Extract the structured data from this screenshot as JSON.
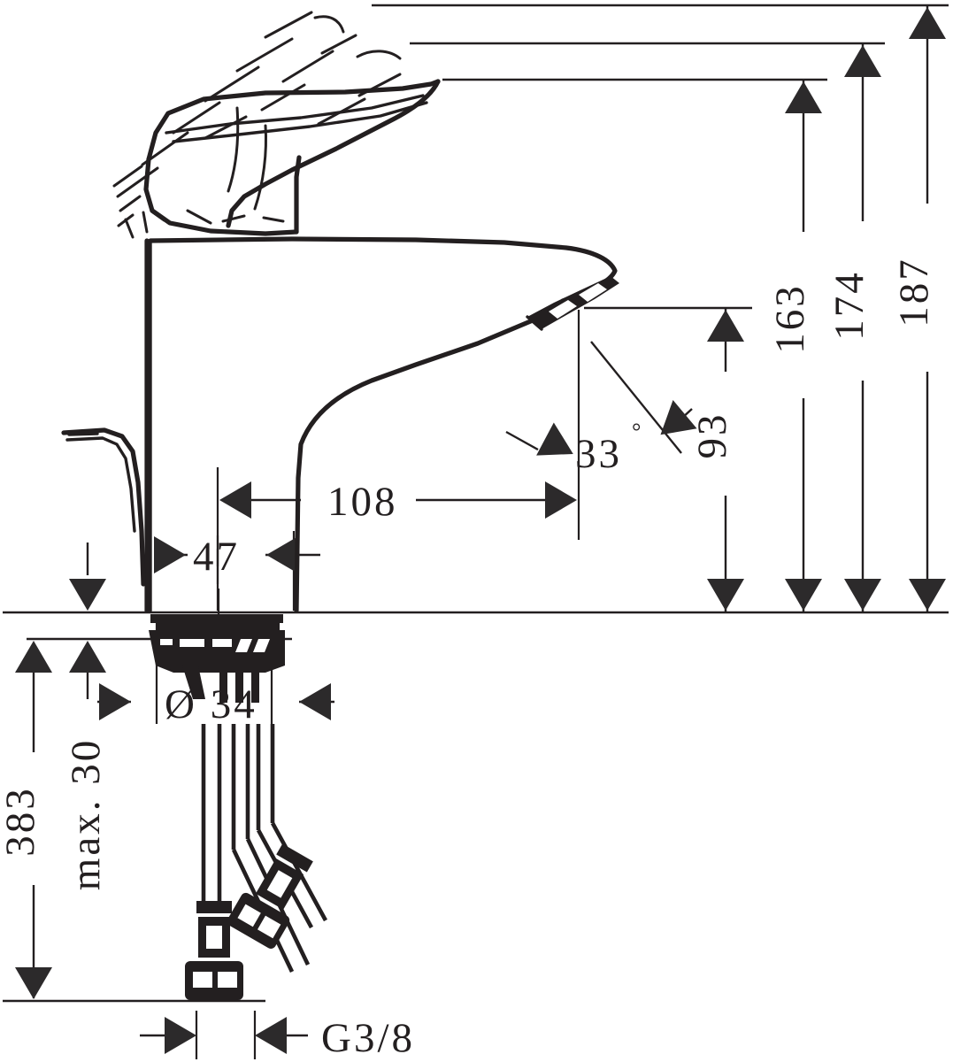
{
  "drawing": {
    "title": "Basin mixer technical dimension drawing",
    "subject": "single-lever washbasin mixer tap",
    "units": "mm",
    "line_color": "#231f20",
    "background_color": "#ffffff"
  },
  "dimensions": {
    "height_187": {
      "label": "187",
      "value": 187,
      "orientation": "vertical",
      "description": "overall height to top of raised lever"
    },
    "height_174": {
      "label": "174",
      "value": 174,
      "orientation": "vertical",
      "description": "height to lever top in normal position"
    },
    "height_163": {
      "label": "163",
      "value": 163,
      "orientation": "vertical",
      "description": "height to top of body"
    },
    "height_93": {
      "label": "93",
      "value": 93,
      "orientation": "vertical",
      "description": "spout outlet height above base"
    },
    "width_108": {
      "label": "108",
      "value": 108,
      "orientation": "horizontal",
      "description": "spout projection"
    },
    "width_47": {
      "label": "47",
      "value": 47,
      "orientation": "horizontal",
      "description": "body width"
    },
    "angle_33": {
      "label": "33",
      "degree_symbol": "°",
      "value": 33,
      "orientation": "angle",
      "description": "spout outlet angle"
    },
    "diameter_34": {
      "label": "Ø 34",
      "symbol": "Ø",
      "value": 34,
      "orientation": "horizontal",
      "description": "mounting shank diameter"
    },
    "max_30": {
      "label": "max. 30",
      "value": 30,
      "orientation": "vertical",
      "description": "maximum countertop thickness"
    },
    "length_383": {
      "label": "383",
      "value": 383,
      "orientation": "vertical",
      "description": "overall length below base including hoses"
    },
    "thread_g38": {
      "label": "G3/8",
      "value": "G3/8",
      "orientation": "horizontal",
      "description": "connection hose thread size"
    }
  },
  "callouts": [
    {
      "id": "dim-187",
      "text": "187"
    },
    {
      "id": "dim-174",
      "text": "174"
    },
    {
      "id": "dim-163",
      "text": "163"
    },
    {
      "id": "dim-93",
      "text": "93"
    },
    {
      "id": "dim-108",
      "text": "108"
    },
    {
      "id": "dim-47",
      "text": "47"
    },
    {
      "id": "dim-33deg",
      "text": "33°"
    },
    {
      "id": "dim-d34",
      "text": "Ø 34"
    },
    {
      "id": "dim-max30",
      "text": "max. 30"
    },
    {
      "id": "dim-383",
      "text": "383"
    },
    {
      "id": "dim-g38",
      "text": "G3/8"
    }
  ]
}
